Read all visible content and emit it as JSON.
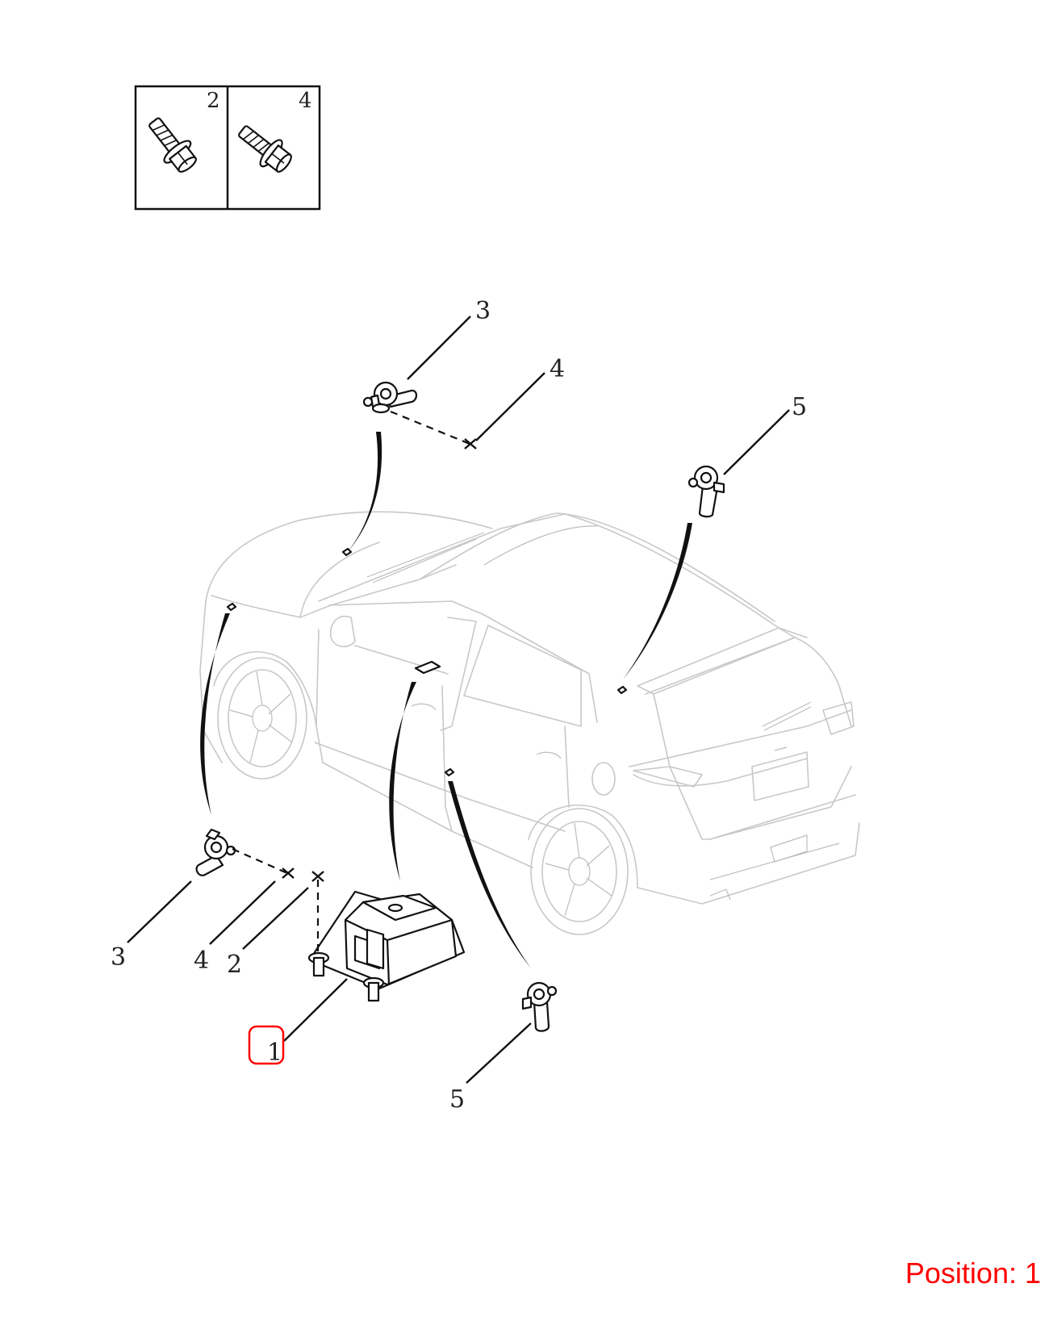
{
  "inset": {
    "left_number": "2",
    "right_number": "4"
  },
  "callouts": {
    "sensor_top": "3",
    "bolt_top": "4",
    "sensor_rear": "5",
    "sensor_left": "3",
    "bolt_left_a": "4",
    "bolt_left_b": "2",
    "control_module": "1",
    "sensor_bottom": "5"
  },
  "position_label": "Position: 1",
  "colors": {
    "highlight": "#ff0000",
    "line": "#111111",
    "car_outline": "#c8c8c8"
  }
}
